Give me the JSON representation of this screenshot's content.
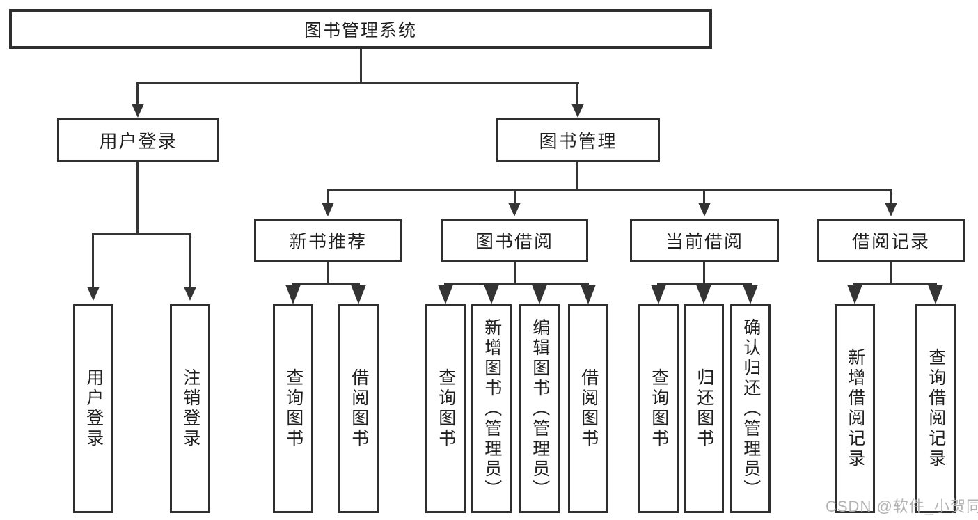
{
  "colors": {
    "background": "#ffffff",
    "node_border": "#2f2f2f",
    "connector_line": "#343434",
    "node_text": "#1f1f1f",
    "watermark_text": "#afafaf"
  },
  "diagram": {
    "root": {
      "label": "图书管理系统"
    },
    "level2": [
      {
        "label": "用户登录"
      },
      {
        "label": "图书管理"
      }
    ],
    "level3": [
      {
        "label": "新书推荐"
      },
      {
        "label": "图书借阅"
      },
      {
        "label": "当前借阅"
      },
      {
        "label": "借阅记录"
      }
    ],
    "leaves": {
      "userLogin": [
        {
          "label": "用户登录"
        },
        {
          "label": "注销登录"
        }
      ],
      "newBook": [
        {
          "label": "查询图书"
        },
        {
          "label": "借阅图书"
        }
      ],
      "bookBorrow": [
        {
          "label": "查询图书"
        },
        {
          "label": "新增图书（管理员）"
        },
        {
          "label": "编辑图书（管理员）"
        },
        {
          "label": "借阅图书"
        }
      ],
      "currentBorrow": [
        {
          "label": "查询图书"
        },
        {
          "label": "归还图书"
        },
        {
          "label": "确认归还（管理员）"
        }
      ],
      "borrowRecord": [
        {
          "label": "新增借阅记录"
        },
        {
          "label": "查询借阅记录"
        }
      ]
    }
  },
  "watermark": {
    "text": "CSDN @软件_小贺同学"
  }
}
